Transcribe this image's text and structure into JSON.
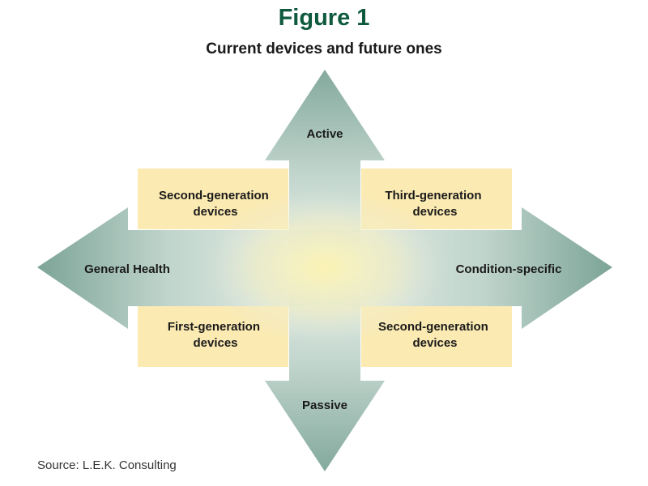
{
  "figure": {
    "title": "Figure 1",
    "subtitle": "Current devices and future ones"
  },
  "axes": {
    "top": "Active",
    "bottom": "Passive",
    "left": "General Health",
    "right": "Condition-specific"
  },
  "quadrants": {
    "top_left": [
      "Second-generation",
      "devices"
    ],
    "top_right": [
      "Third-generation",
      "devices"
    ],
    "bottom_left": [
      "First-generation",
      "devices"
    ],
    "bottom_right": [
      "Second-generation",
      "devices"
    ]
  },
  "source": "Source: L.E.K. Consulting",
  "colors": {
    "title": "#0f5a3e",
    "box_fill": "#fbeab2",
    "arrow_dark": "#6e9a8c",
    "arrow_light": "#dbe8e0",
    "center_glow": "#f7eea5"
  }
}
